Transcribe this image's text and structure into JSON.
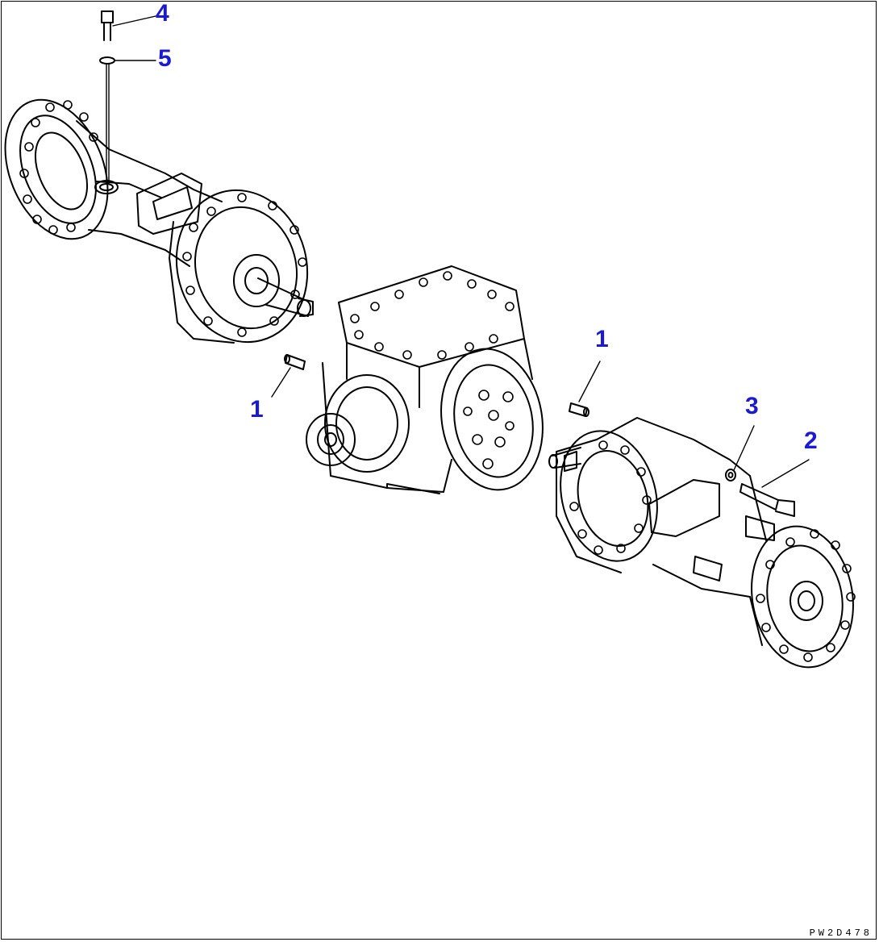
{
  "drawing": {
    "drawing_code": "PW2D478",
    "callout_color": "#1a1ad6",
    "line_color": "#000000"
  },
  "callouts": {
    "c1_left": "1",
    "c1_right": "1",
    "c2": "2",
    "c3": "3",
    "c4": "4",
    "c5": "5"
  }
}
